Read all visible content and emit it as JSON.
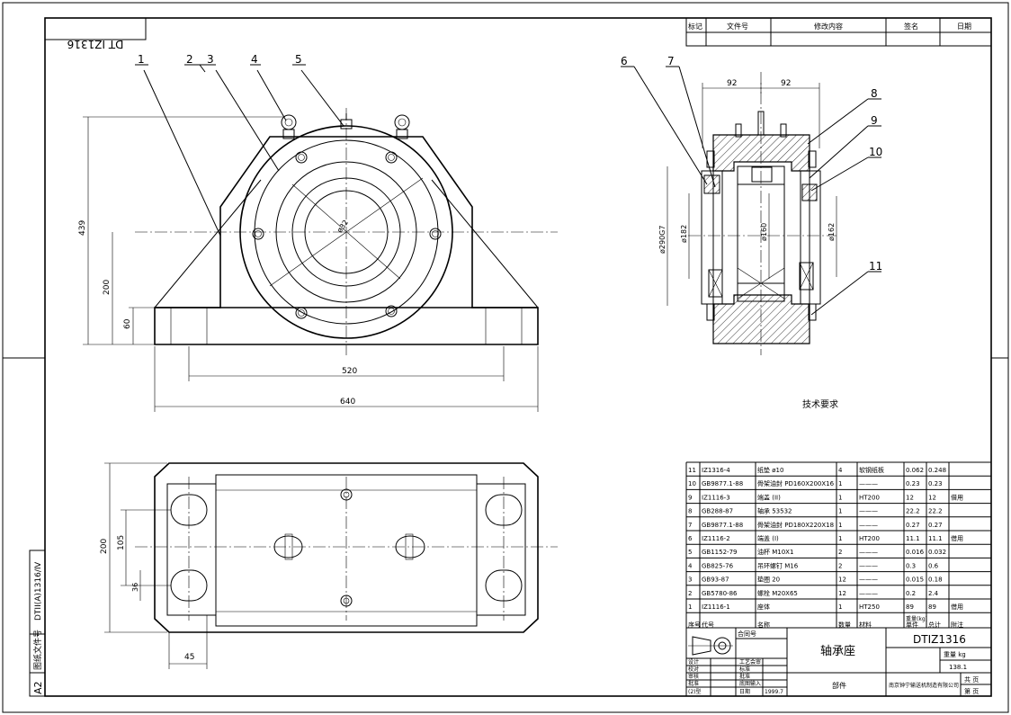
{
  "drawing": {
    "mirrored_code": "DT IZ1316",
    "sheet_format": "A2",
    "left_margin_code": "DTII(A)1316/Ⅳ",
    "left_margin_label": "图纸文件号"
  },
  "revision_block": {
    "headers": [
      "标记",
      "文件号",
      "修改内容",
      "签名",
      "日期"
    ]
  },
  "front_view": {
    "leaders": [
      "1",
      "2",
      "3",
      "4",
      "5"
    ],
    "center_text": "ø32",
    "dims": {
      "height_total": "439",
      "height_center": "200",
      "base_height": "60",
      "bolt_spacing": "520",
      "overall_length": "640"
    }
  },
  "section_view": {
    "leaders": [
      "6",
      "7",
      "8",
      "9",
      "10",
      "11"
    ],
    "dims": {
      "half_left": "92",
      "half_right": "92",
      "outer_dia": "ø290G7",
      "d_left": "ø182",
      "shaft": "ø160",
      "d_right": "ø162"
    }
  },
  "plan_view": {
    "dims": {
      "width": "200",
      "bolt_spacing_y": "105",
      "slot": "36",
      "edge": "45"
    }
  },
  "tech_requirements": "技术要求",
  "bom": {
    "rows": [
      {
        "no": "11",
        "code": "IZ1316-4",
        "name": "纸垫 ø10",
        "qty": "4",
        "mat": "软钢纸板",
        "w1": "0.062",
        "w2": "0.248",
        "note": ""
      },
      {
        "no": "10",
        "code": "GB9877.1-88",
        "name": "骨架油封 PD160X200X16",
        "qty": "1",
        "mat": "———",
        "w1": "0.23",
        "w2": "0.23",
        "note": ""
      },
      {
        "no": "9",
        "code": "IZ1116-3",
        "name": "端盖 (II)",
        "qty": "1",
        "mat": "HT200",
        "w1": "12",
        "w2": "12",
        "note": "借用"
      },
      {
        "no": "8",
        "code": "GB288-87",
        "name": "轴承 53532",
        "qty": "1",
        "mat": "———",
        "w1": "22.2",
        "w2": "22.2",
        "note": ""
      },
      {
        "no": "7",
        "code": "GB9877.1-88",
        "name": "骨架油封 PD180X220X18",
        "qty": "1",
        "mat": "———",
        "w1": "0.27",
        "w2": "0.27",
        "note": ""
      },
      {
        "no": "6",
        "code": "IZ1116-2",
        "name": "端盖 (I)",
        "qty": "1",
        "mat": "HT200",
        "w1": "11.1",
        "w2": "11.1",
        "note": "借用"
      },
      {
        "no": "5",
        "code": "GB1152-79",
        "name": "油杯 M10X1",
        "qty": "2",
        "mat": "———",
        "w1": "0.016",
        "w2": "0.032",
        "note": ""
      },
      {
        "no": "4",
        "code": "GB825-76",
        "name": "吊环螺钉 M16",
        "qty": "2",
        "mat": "———",
        "w1": "0.3",
        "w2": "0.6",
        "note": ""
      },
      {
        "no": "3",
        "code": "GB93-87",
        "name": "垫圈 20",
        "qty": "12",
        "mat": "———",
        "w1": "0.015",
        "w2": "0.18",
        "note": ""
      },
      {
        "no": "2",
        "code": "GB5780-86",
        "name": "螺栓 M20X65",
        "qty": "12",
        "mat": "———",
        "w1": "0.2",
        "w2": "2.4",
        "note": ""
      },
      {
        "no": "1",
        "code": "IZ1116-1",
        "name": "座体",
        "qty": "1",
        "mat": "HT250",
        "w1": "89",
        "w2": "89",
        "note": "借用"
      }
    ],
    "header": {
      "no": "序号",
      "code": "代号",
      "name": "名称",
      "qty": "数量",
      "mat": "材料",
      "w1": "单件",
      "w2": "总计",
      "wunit": "重量(kg)",
      "note": "附注"
    }
  },
  "title_block": {
    "contract": "合同号",
    "part_name": "轴承座",
    "drawing_no": "DTIZ1316",
    "weight_label": "重量 kg",
    "weight_value": "138.1",
    "unit_label": "部件",
    "company": "南京钟宁输送机制造有限公司",
    "sheets_total": "共 页",
    "sheet_no": "第 页",
    "sign_rows": [
      "设计",
      "校对",
      "审核",
      "批准"
    ],
    "sign_rows_r": [
      "工艺会审",
      "标准",
      "批准",
      "底图输入"
    ],
    "date_label": "日期",
    "date_value": "1999.7",
    "type_label": "(2)型"
  }
}
